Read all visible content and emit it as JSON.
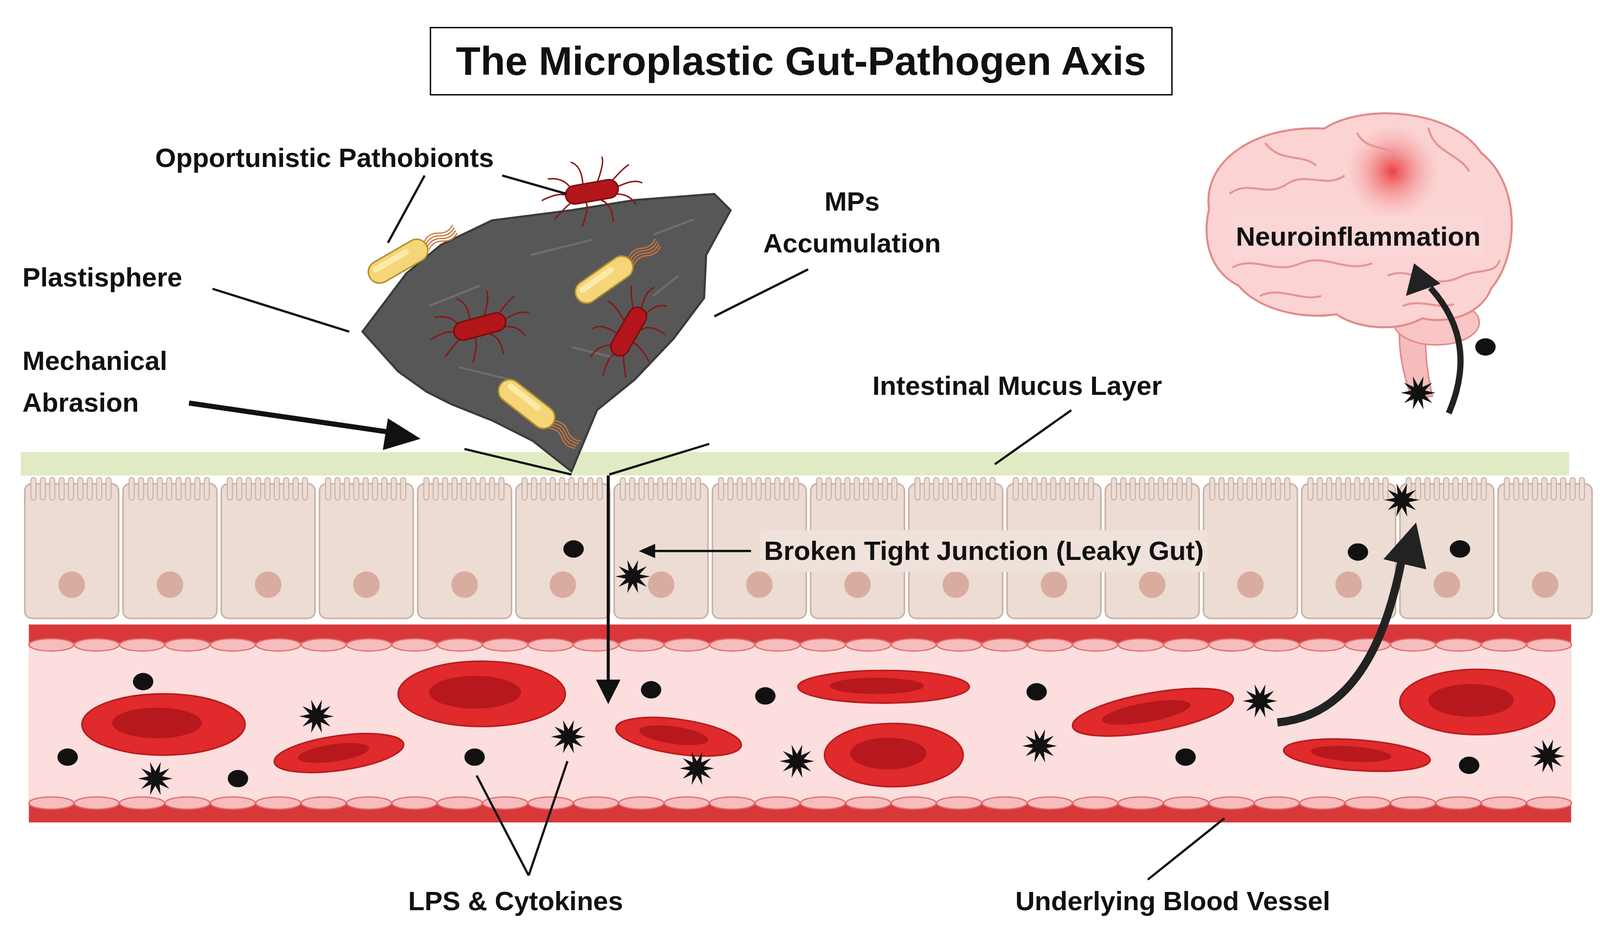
{
  "diagram": {
    "title": "The Microplastic Gut-Pathogen Axis",
    "labels": [
      "Opportunistic Pathobionts",
      "MPs Accumulation",
      "Neuroinflammation",
      "Plastisphere",
      "Mechanical Abrasion",
      "Intestinal Mucus Layer",
      "Broken Tight Junction (Leaky Gut)",
      "LPS & Cytokines",
      "Underlying Blood Vessel"
    ]
  }
}
